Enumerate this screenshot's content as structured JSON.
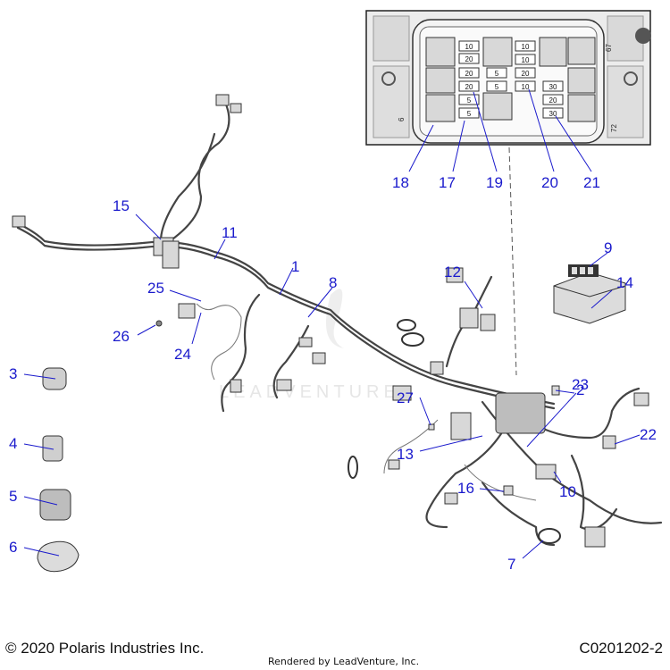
{
  "footer": {
    "copyright": "© 2020 Polaris Industries Inc.",
    "render_credit": "Rendered by LeadVenture, Inc.",
    "diagram_id": "C0201202-2"
  },
  "watermark": "LEADVENTURE",
  "callouts": {
    "c1": "1",
    "c2": "2",
    "c3": "3",
    "c4": "4",
    "c5": "5",
    "c6": "6",
    "c7": "7",
    "c8": "8",
    "c9": "9",
    "c10": "10",
    "c11": "11",
    "c12": "12",
    "c13": "13",
    "c14": "14",
    "c15": "15",
    "c16": "16",
    "c17": "17",
    "c18": "18",
    "c19": "19",
    "c20": "20",
    "c21": "21",
    "c22": "22",
    "c23": "23",
    "c24": "24",
    "c25": "25",
    "c26": "26",
    "c27": "27"
  },
  "fuse_box": {
    "col1": [
      "10",
      "20",
      "20",
      "20",
      "5",
      "5"
    ],
    "col2": [
      "5",
      "5"
    ],
    "col3": [
      "10",
      "10",
      "20",
      "10"
    ],
    "col4": [
      "30",
      "20",
      "30"
    ],
    "side_numbers": {
      "top": "67",
      "bottom": "72",
      "left": "6"
    }
  },
  "colors": {
    "callout": "#1a1acc",
    "line": "#333333",
    "inset_bg": "#e8e8e8"
  }
}
